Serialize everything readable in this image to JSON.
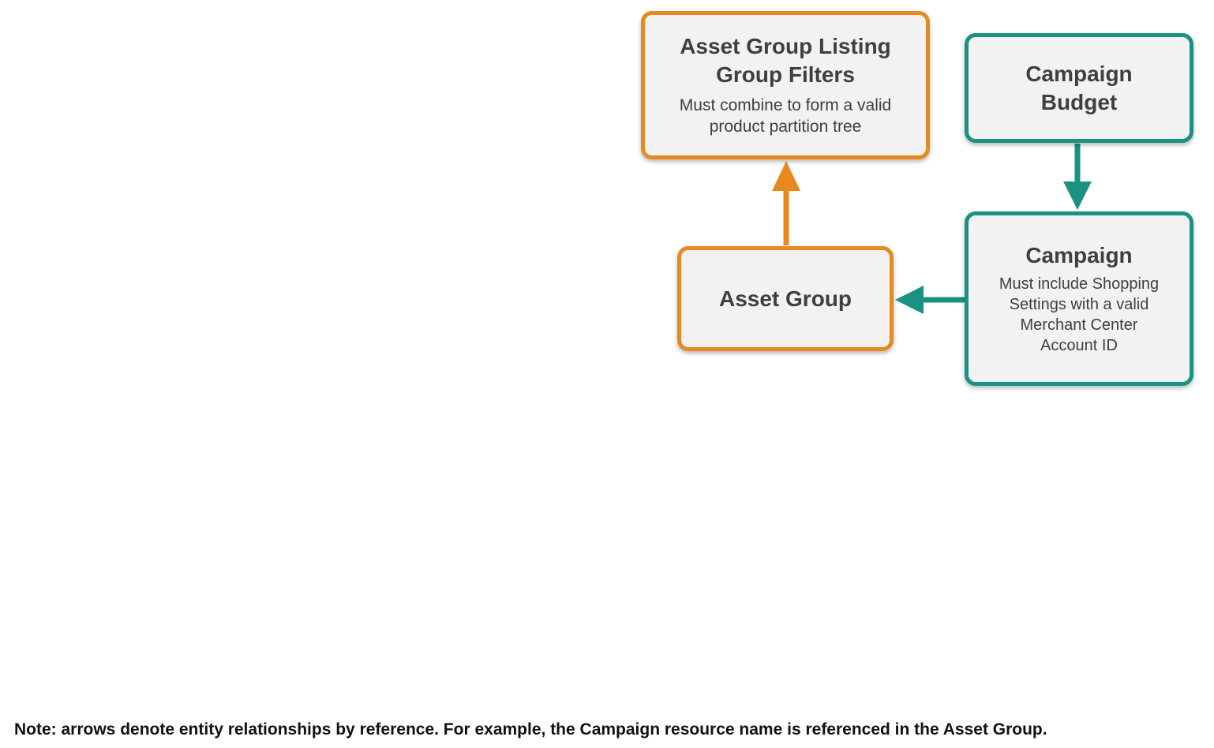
{
  "diagram": {
    "colors": {
      "orange": "#E8891F",
      "teal": "#1B9183",
      "box_fill": "#F2F2F2",
      "title_text": "#3C4043",
      "body_text": "#3C4043",
      "note_text": "#111111"
    },
    "nodes": [
      {
        "id": "asset-group-listing-group-filters",
        "title": "Asset Group Listing Group Filters",
        "subtitle": "Must combine to form a valid product partition tree",
        "accent": "orange"
      },
      {
        "id": "campaign-budget",
        "title": "Campaign Budget",
        "subtitle": "",
        "accent": "teal"
      },
      {
        "id": "campaign",
        "title": "Campaign",
        "subtitle": "Must include Shopping Settings with a valid Merchant Center Account ID",
        "accent": "teal"
      },
      {
        "id": "asset-group",
        "title": "Asset Group",
        "subtitle": "",
        "accent": "orange"
      }
    ],
    "edges": [
      {
        "from": "asset-group",
        "to": "asset-group-listing-group-filters",
        "direction": "up",
        "color": "orange"
      },
      {
        "from": "campaign-budget",
        "to": "campaign",
        "direction": "down",
        "color": "teal"
      },
      {
        "from": "campaign",
        "to": "asset-group",
        "direction": "left",
        "color": "teal"
      }
    ],
    "note": "Note: arrows denote entity relationships by reference. For example, the Campaign resource name is referenced in the Asset Group."
  }
}
